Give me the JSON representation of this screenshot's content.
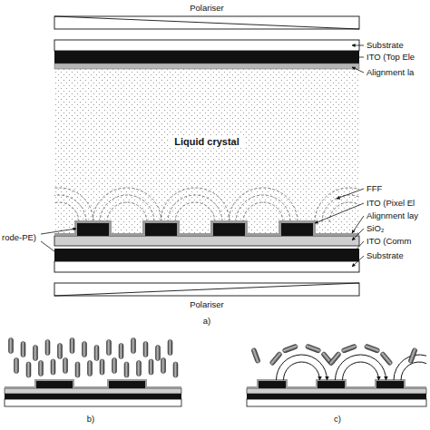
{
  "diagram": {
    "nodes": [
      {
        "text": [
          "Liquid crystal"
        ]
      }
    ],
    "labels": [
      "Polariser",
      "Substrate",
      "ITO (Top Ele",
      "Alignment la",
      "FFF",
      "ITO (Pixel El",
      "rode-PE)",
      "Alignment lay",
      "SiO₂",
      "ITO (Comm",
      "Substrate",
      "Polariser",
      "a)",
      "b)",
      "c)"
    ]
  }
}
